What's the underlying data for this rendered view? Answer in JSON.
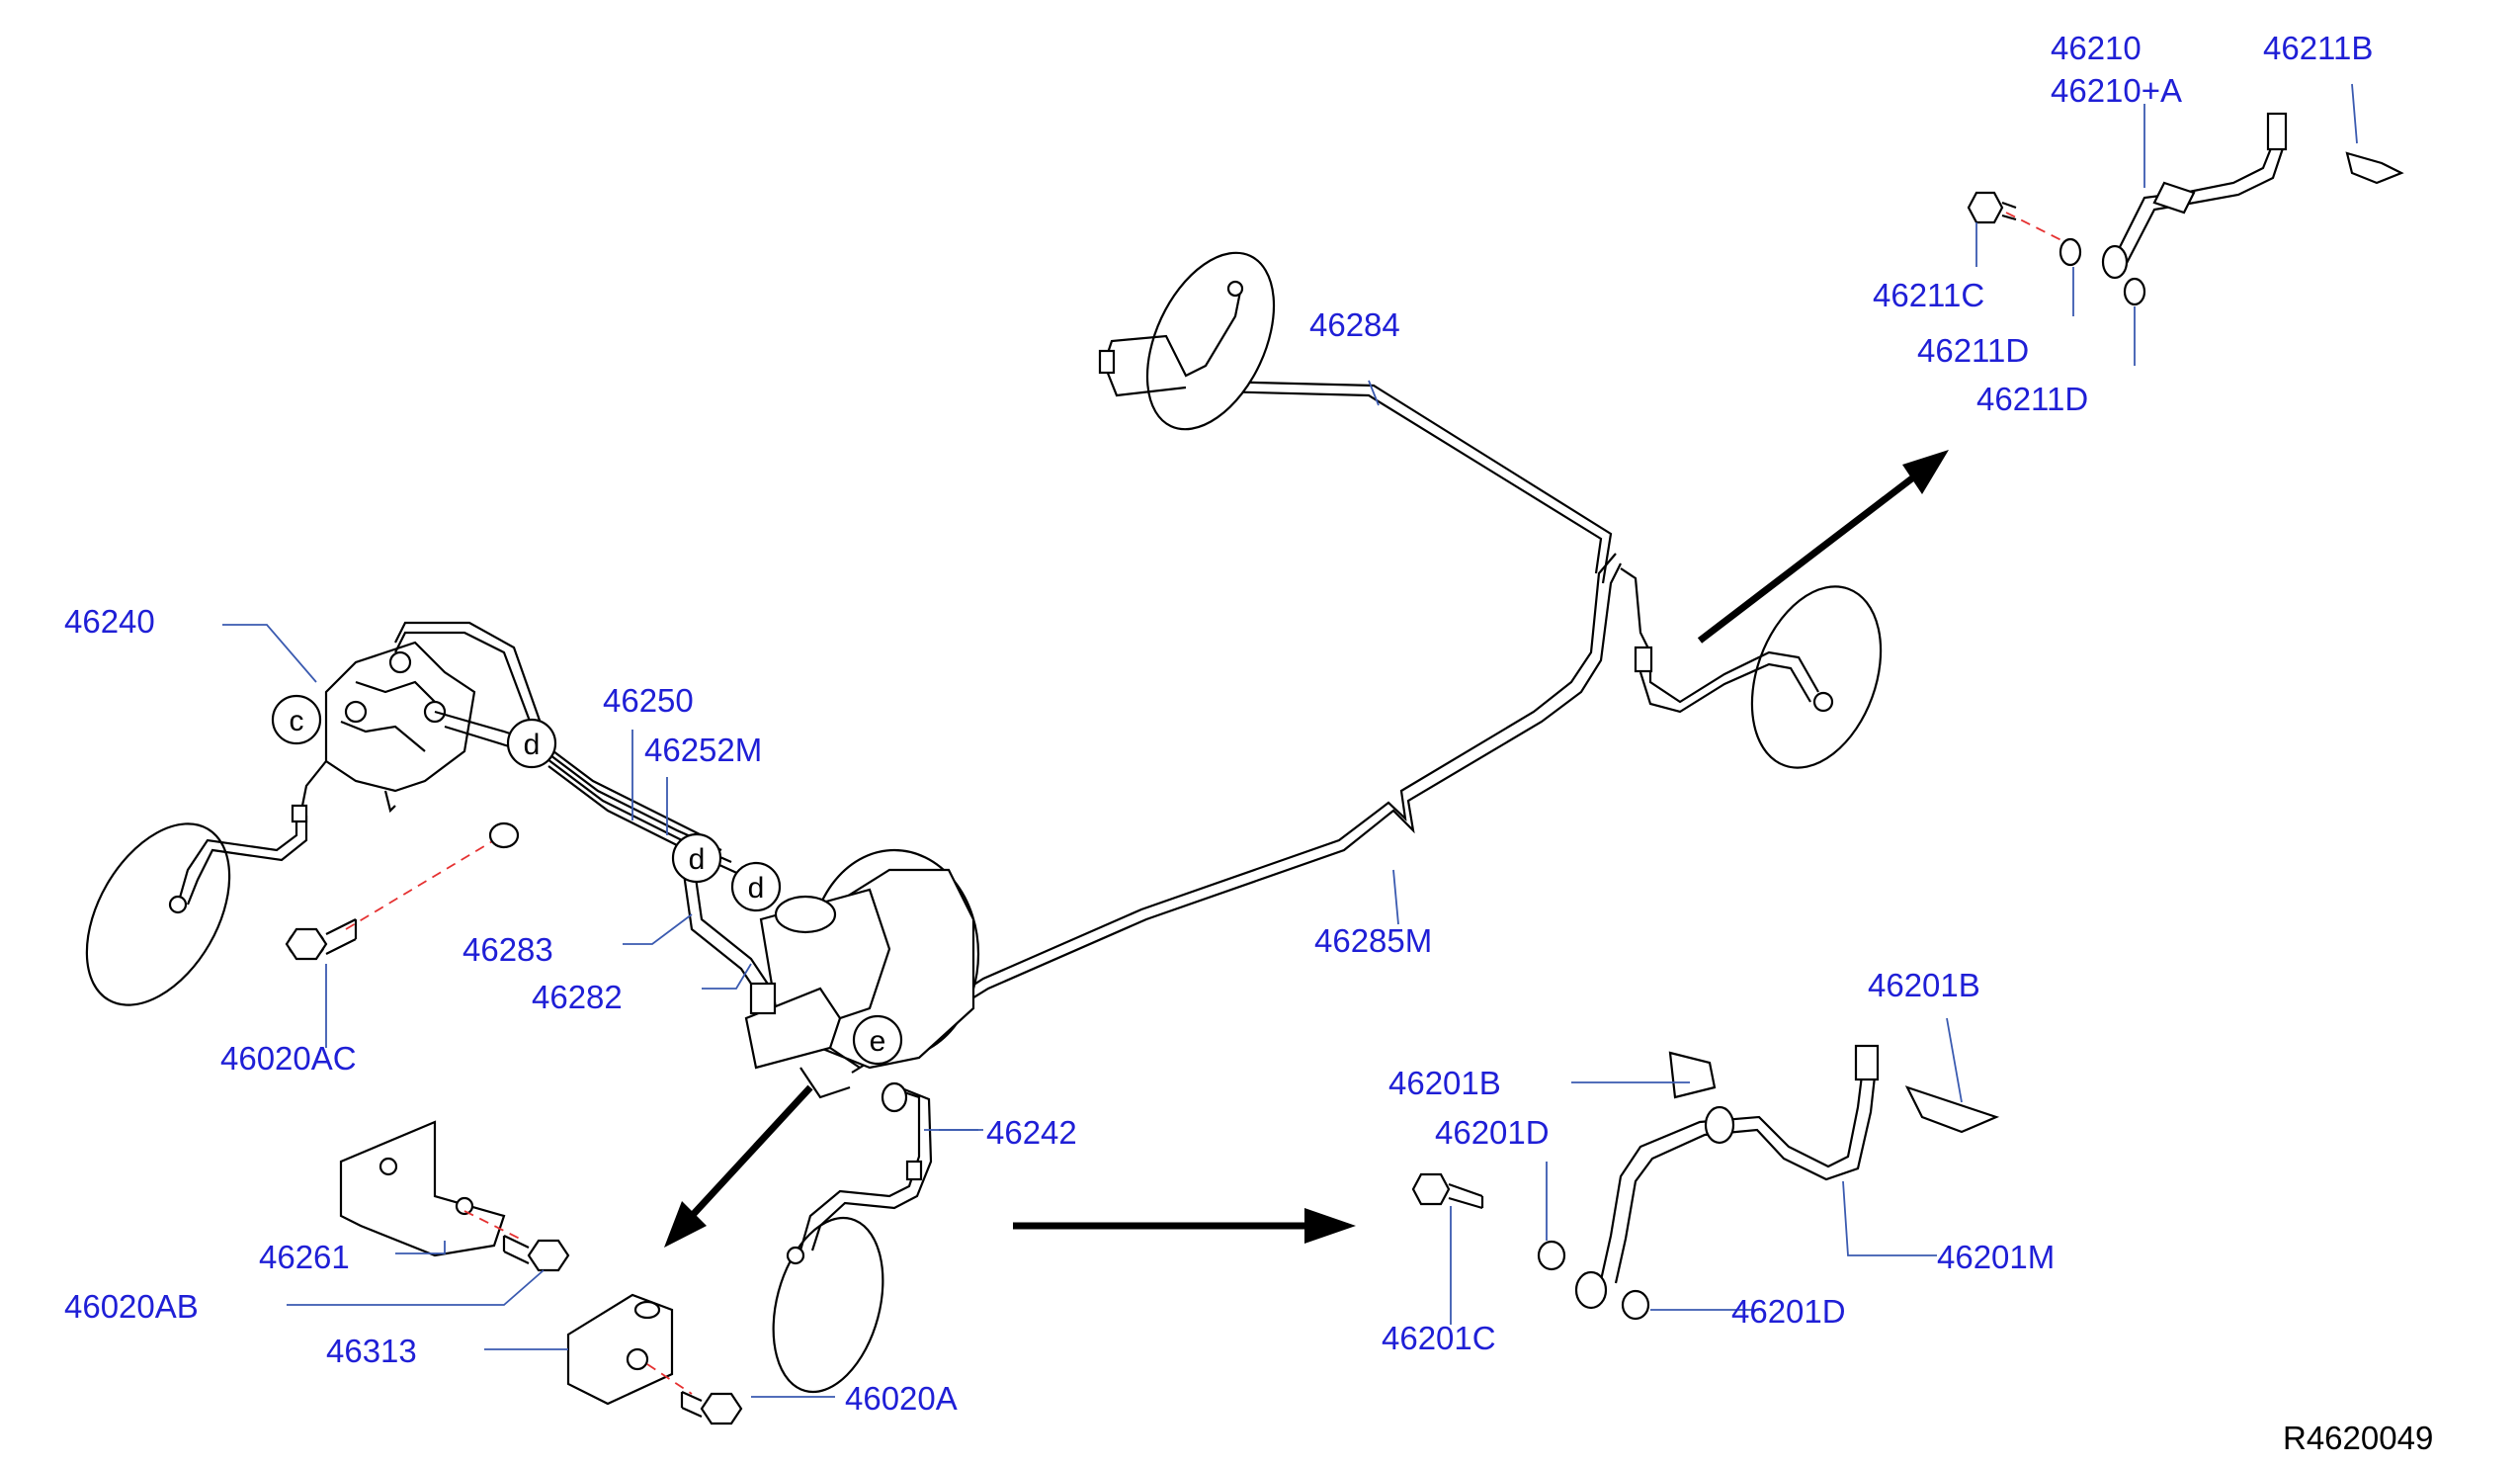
{
  "diagram": {
    "reference_code": "R4620049",
    "part_labels": {
      "p46210": "46210",
      "p46210A": "46210+A",
      "p46211B": "46211B",
      "p46211C": "46211C",
      "p46211D_1": "46211D",
      "p46211D_2": "46211D",
      "p46284": "46284",
      "p46240": "46240",
      "p46250": "46250",
      "p46252M": "46252M",
      "p46283": "46283",
      "p46282": "46282",
      "p46020AC": "46020AC",
      "p46285M": "46285M",
      "p46242": "46242",
      "p46201B_1": "46201B",
      "p46201B_2": "46201B",
      "p46201D_1": "46201D",
      "p46201D_2": "46201D",
      "p46201M": "46201M",
      "p46201C": "46201C",
      "p46261": "46261",
      "p46020AB": "46020AB",
      "p46313": "46313",
      "p46020A": "46020A"
    },
    "callouts": {
      "c": "c",
      "d1": "d",
      "d2": "d",
      "d3": "d",
      "e": "e"
    }
  }
}
